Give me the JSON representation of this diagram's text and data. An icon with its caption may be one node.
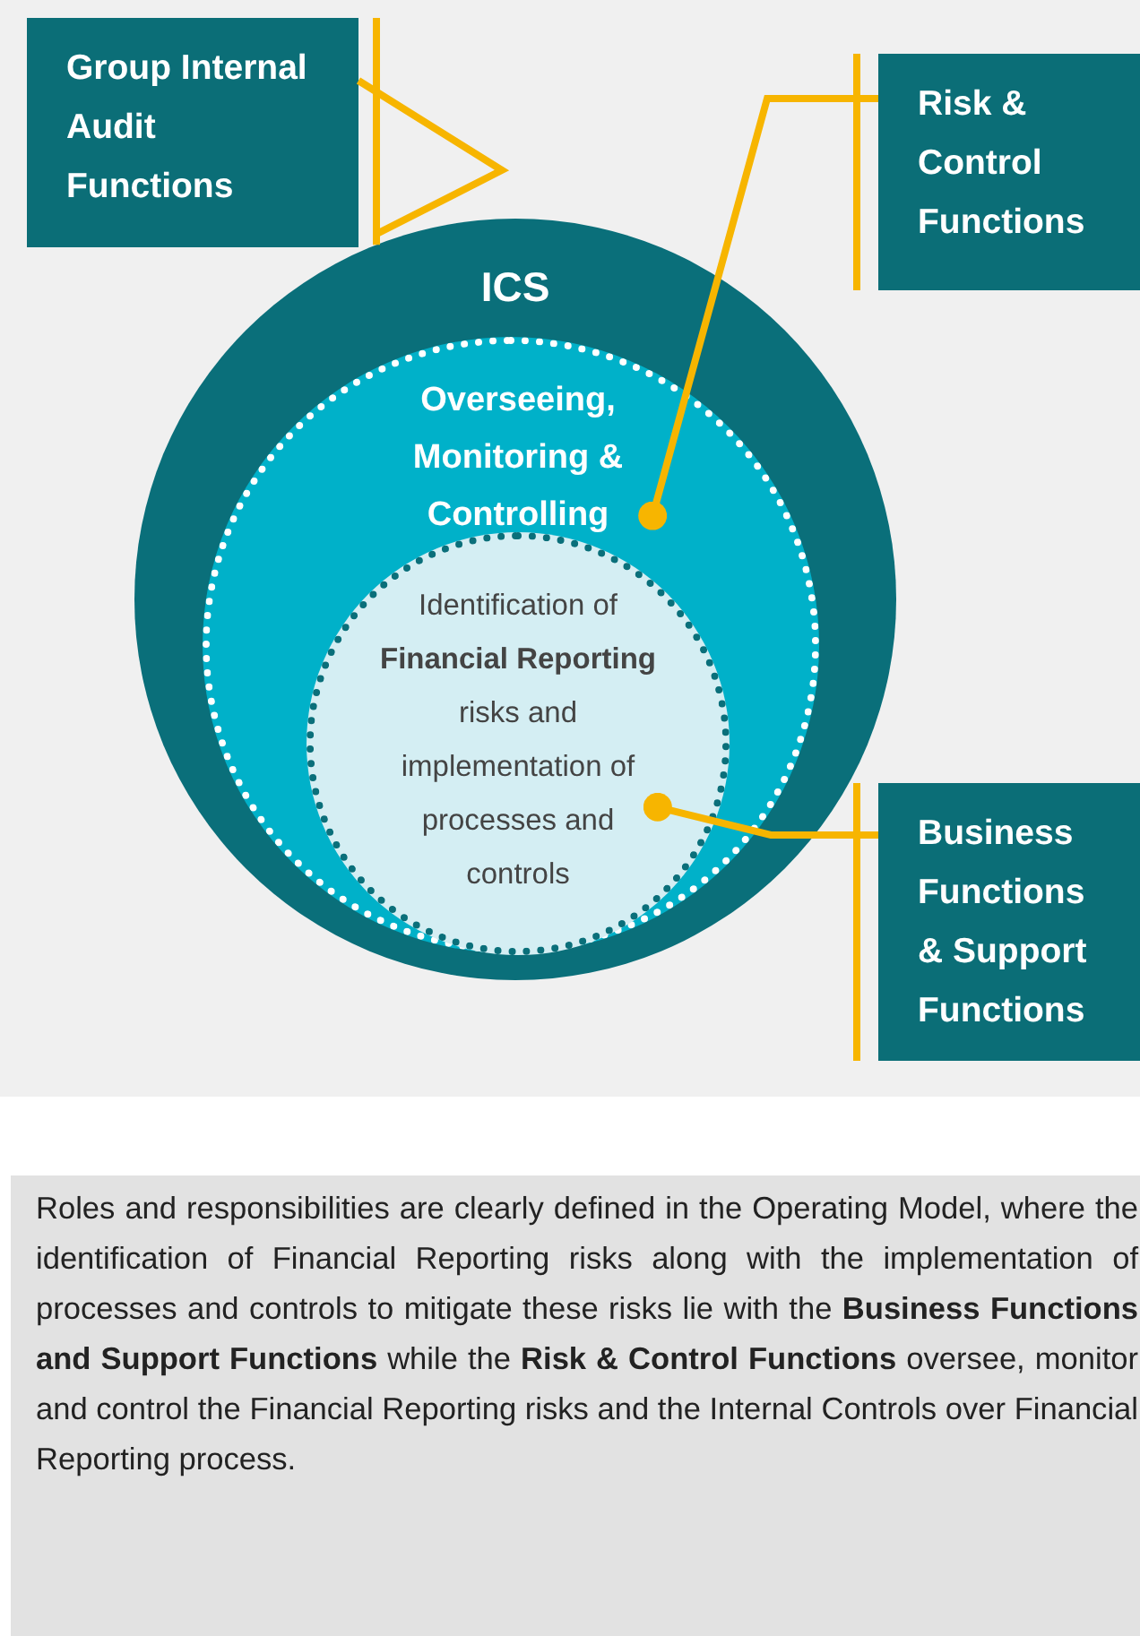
{
  "diagram": {
    "caption": "Roles and responsibilities are clearly defined in the Operating Model, where the identification of Financial Reporting risks along with the implementation of processes and controls to mitigate these risks lie with the **Business Functions and Support Functions** while the **Risk & Control Functions** oversee, monitor and control the Financial Reporting risks and the Internal Controls over Financial Reporting process.",
    "nodes": [
      {
        "text": [
          "Group Internal Audit Functions"
        ]
      },
      {
        "text": [
          "Risk & Control Functions"
        ]
      },
      {
        "text": [
          "ICS"
        ]
      },
      {
        "text": [
          "Overseeing, Monitoring & Controlling"
        ],
        "in": 2
      },
      {
        "text": [
          "Identification of **Financial Reporting** risks and implementation of processes and controls"
        ],
        "in": 3
      },
      {
        "text": [
          "Business Functions & Support Functions"
        ]
      }
    ],
    "edges": [
      {
        "from": 0,
        "to": 2,
        "arrow": "none"
      },
      {
        "from": 1,
        "to": 3,
        "arrow": "other"
      },
      {
        "from": 5,
        "to": 4,
        "arrow": "other"
      }
    ]
  }
}
